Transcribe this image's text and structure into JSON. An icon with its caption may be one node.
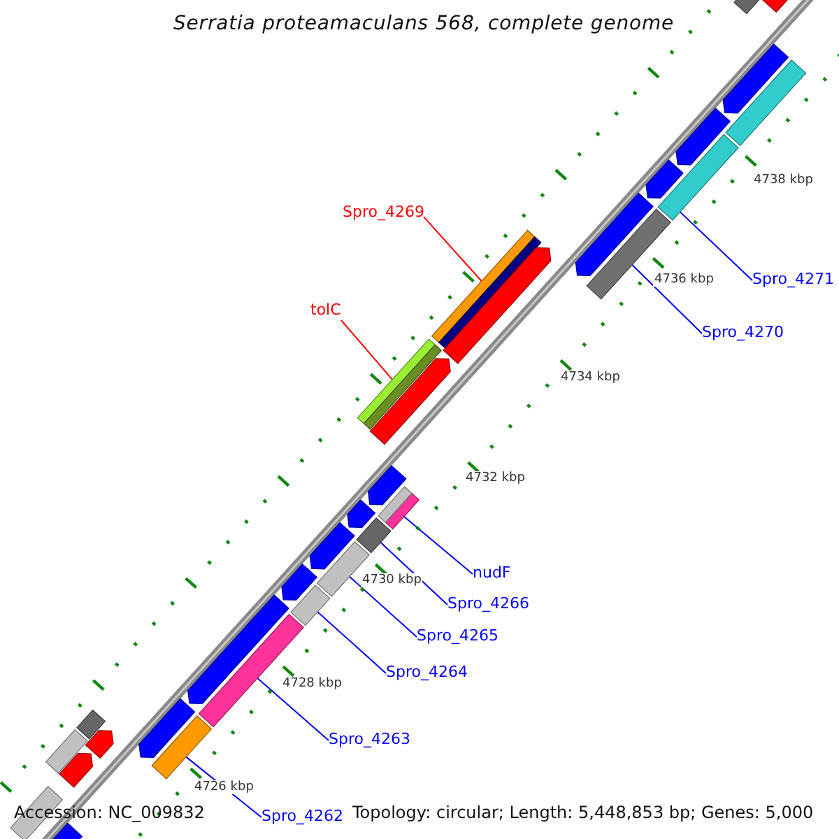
{
  "diagram": {
    "title": "Serratia proteamaculans 568, complete genome",
    "nodes": [
      {
        "text": [
          "Spro_4269"
        ]
      },
      {
        "text": [
          "tolC"
        ]
      },
      {
        "text": [
          "Spro_4271"
        ]
      },
      {
        "text": [
          "Spro_4270"
        ]
      },
      {
        "text": [
          "nudF"
        ]
      },
      {
        "text": [
          "Spro_4266"
        ]
      },
      {
        "text": [
          "Spro_4265"
        ]
      },
      {
        "text": [
          "Spro_4264"
        ]
      },
      {
        "text": [
          "Spro_4263"
        ]
      },
      {
        "text": [
          "Spro_4262"
        ]
      },
      {
        "text": [],
        "shape": "bar"
      },
      {
        "text": [],
        "shape": "bar"
      },
      {
        "text": [],
        "shape": "bar"
      },
      {
        "text": [],
        "shape": "bar"
      },
      {
        "text": [],
        "shape": "bar"
      },
      {
        "text": [],
        "shape": "bar"
      },
      {
        "text": [],
        "shape": "bar"
      },
      {
        "text": [],
        "shape": "bar"
      },
      {
        "text": [],
        "shape": "bar"
      },
      {
        "text": [],
        "shape": "bar"
      },
      {
        "text": [],
        "shape": "pentagon"
      },
      {
        "text": [],
        "shape": "bar"
      },
      {
        "text": [],
        "shape": "pentagon"
      },
      {
        "text": [],
        "shape": "bar"
      },
      {
        "text": [],
        "shape": "pentagon"
      },
      {
        "text": [],
        "shape": "pentagon"
      },
      {
        "text": [],
        "shape": "pentagon"
      },
      {
        "text": [],
        "shape": "bar"
      },
      {
        "text": [],
        "shape": "pentagon"
      },
      {
        "text": [],
        "shape": "pentagon"
      },
      {
        "text": [],
        "shape": "pentagon"
      },
      {
        "text": [],
        "shape": "bar"
      },
      {
        "text": [],
        "shape": "pentagon"
      },
      {
        "text": [],
        "shape": "pentagon"
      },
      {
        "text": [],
        "shape": "pentagon"
      },
      {
        "text": [],
        "shape": "pentagon"
      },
      {
        "text": [],
        "shape": "pentagon"
      },
      {
        "text": [],
        "shape": "pentagon"
      },
      {
        "text": [],
        "shape": "bar"
      },
      {
        "text": [],
        "shape": "pentagon"
      },
      {
        "text": [],
        "shape": "bar"
      },
      {
        "text": [],
        "shape": "bar"
      },
      {
        "text": [],
        "shape": "pentagon"
      }
    ],
    "edges": [
      {
        "from": 0,
        "to": 10,
        "arrow": "none",
        "color": "#ff0000"
      },
      {
        "from": 1,
        "to": 11,
        "arrow": "none",
        "color": "#ff0000"
      },
      {
        "from": 2,
        "to": 12,
        "arrow": "none"
      },
      {
        "from": 3,
        "to": 13,
        "arrow": "none"
      },
      {
        "from": 4,
        "to": 14,
        "arrow": "none"
      },
      {
        "from": 5,
        "to": 15,
        "arrow": "none"
      },
      {
        "from": 6,
        "to": 16,
        "arrow": "none"
      },
      {
        "from": 7,
        "to": 17,
        "arrow": "none"
      },
      {
        "from": 8,
        "to": 18,
        "arrow": "none"
      },
      {
        "from": 9,
        "to": 19,
        "arrow": "none"
      }
    ],
    "labels": [
      "4738 kbp",
      "4736 kbp",
      "4734 kbp",
      "4732 kbp",
      "4730 kbp",
      "4728 kbp",
      "4726 kbp",
      "Accession: NC_009832",
      "Topology: circular; Length: 5,448,853 bp; Genes: 5,000"
    ]
  }
}
